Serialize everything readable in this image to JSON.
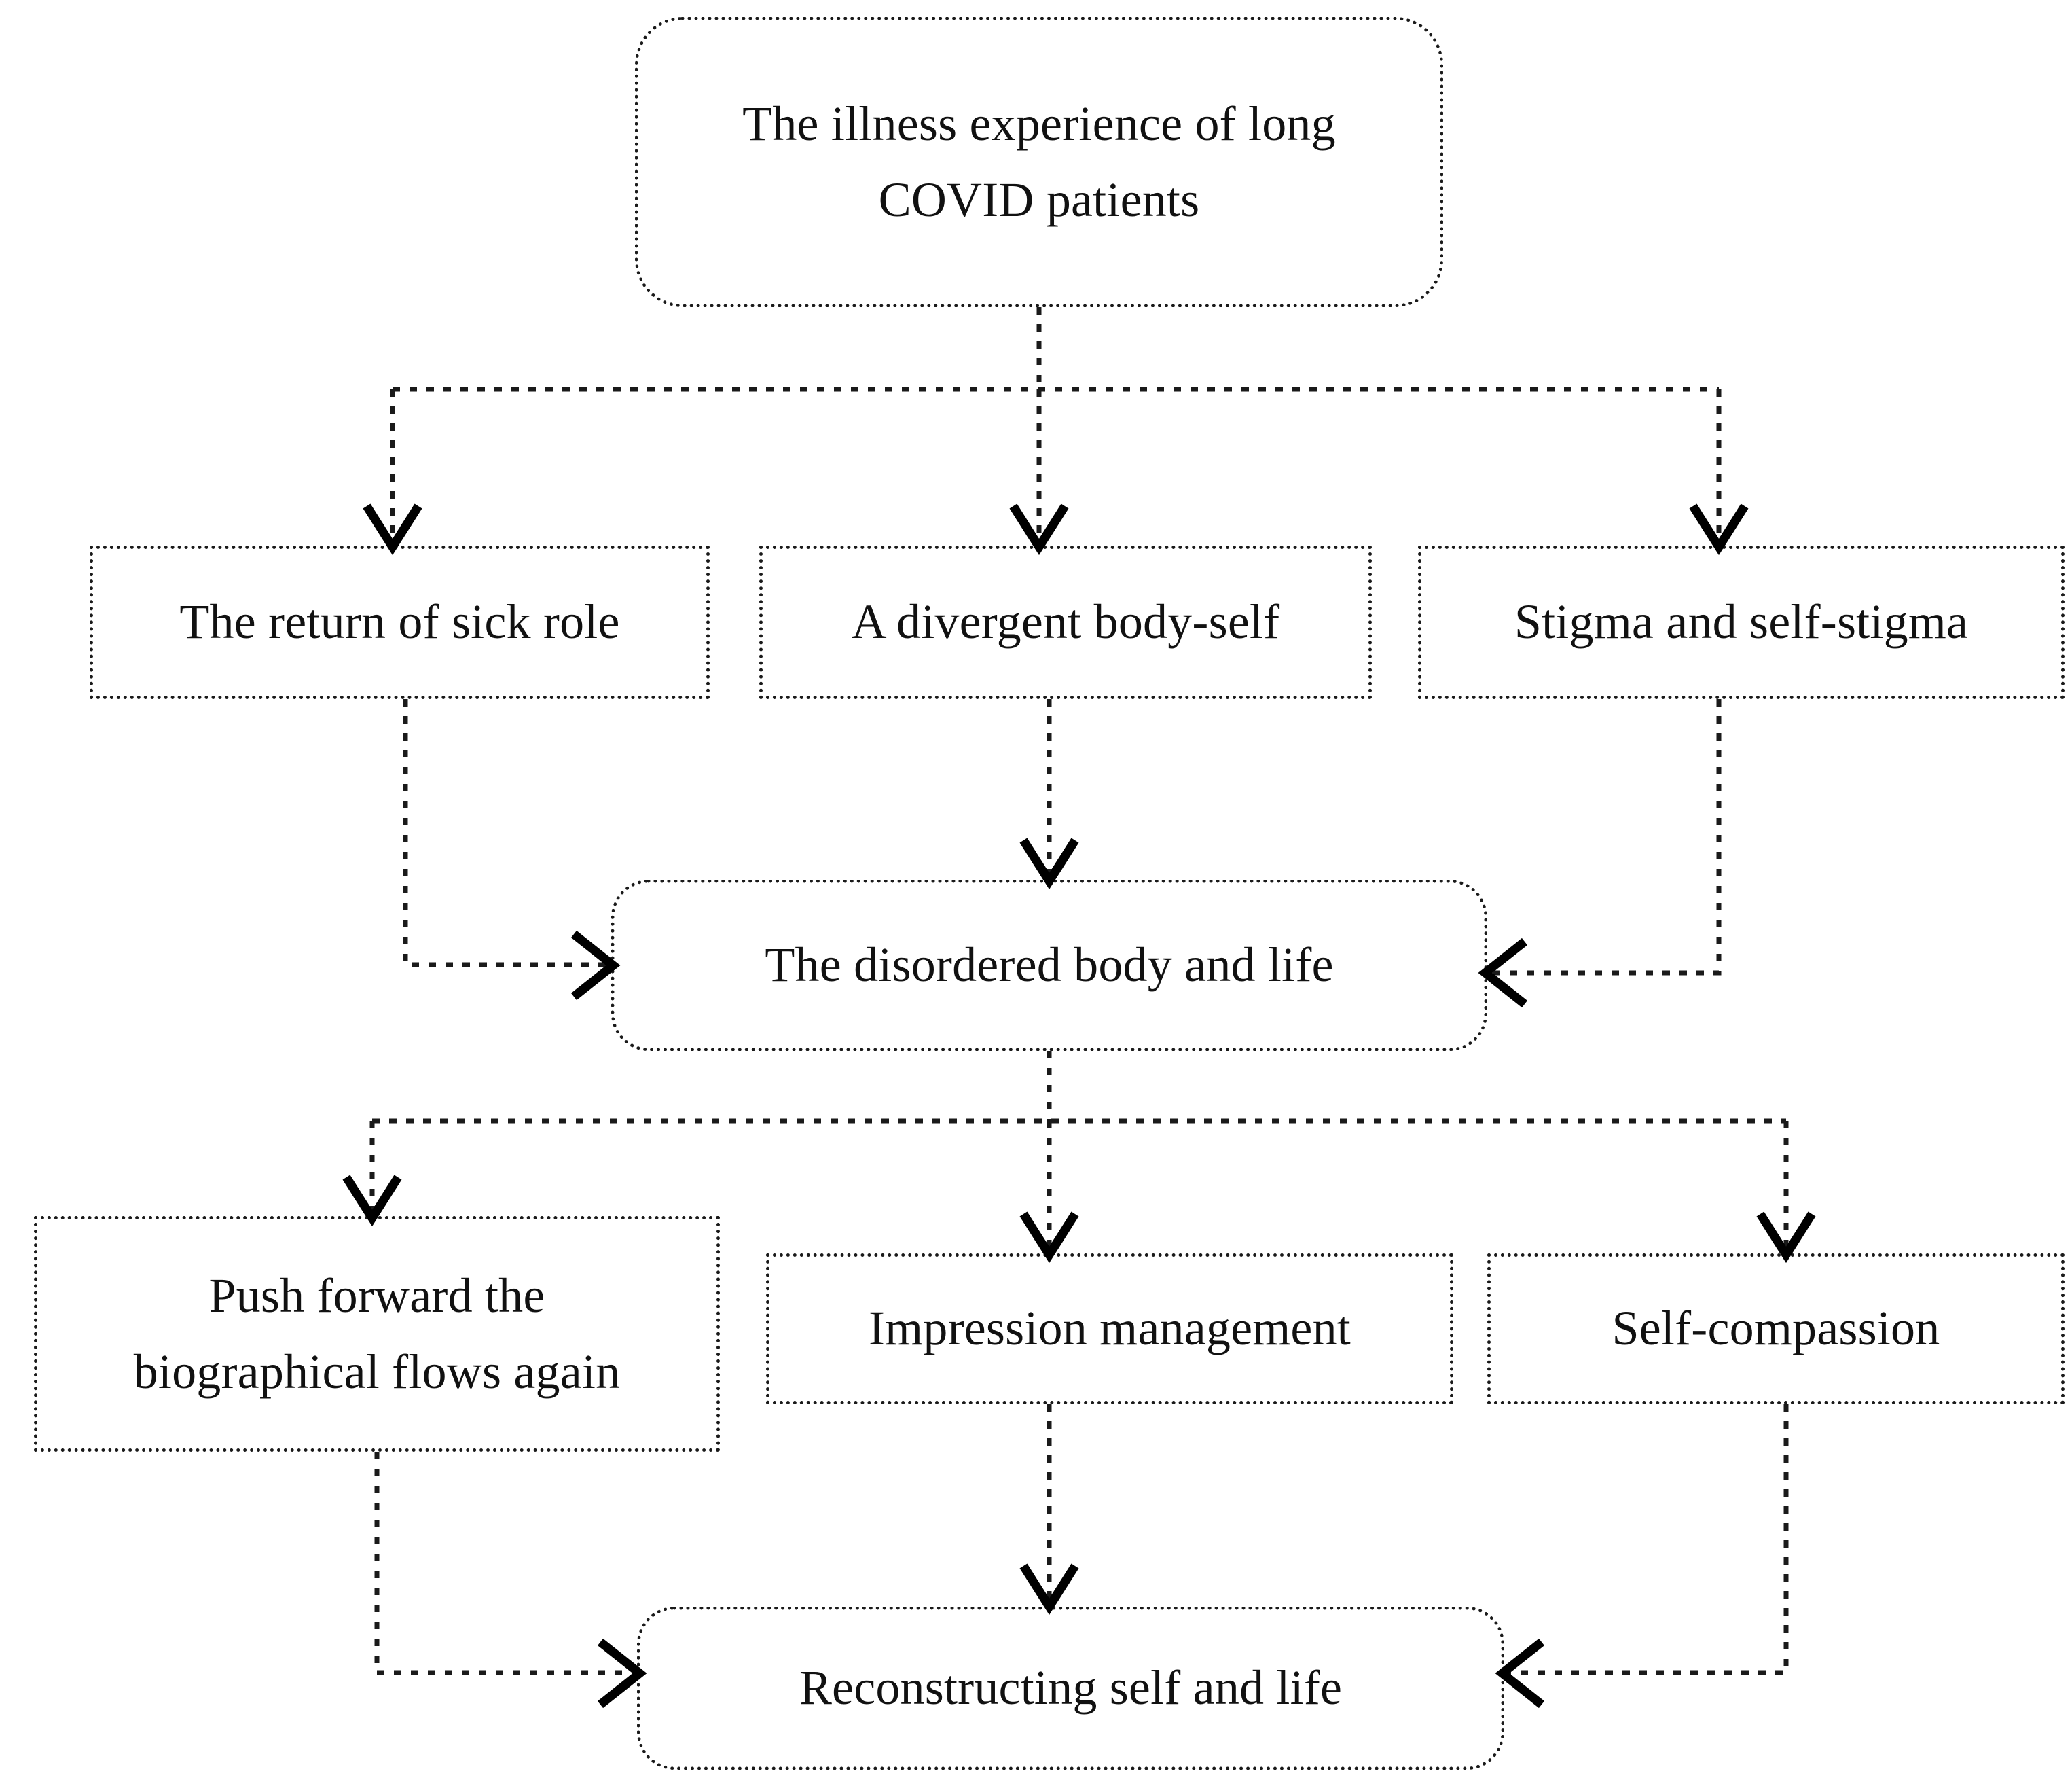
{
  "diagram": {
    "type": "flowchart",
    "orientation": "top-down",
    "background_color": "#ffffff",
    "line_color": "#1a1a1a",
    "text_color": "#111111",
    "line_style": "dotted",
    "arrowhead_style": "open-chevron",
    "nodes": {
      "root": {
        "id": "illness-experience",
        "line1": "The illness experience of long",
        "line2": "COVID patients",
        "shape": "rounded-rectangle"
      },
      "sick_role": {
        "id": "return-of-sick-role",
        "label": "The return of sick role",
        "shape": "rectangle"
      },
      "body_self": {
        "id": "divergent-body-self",
        "label": "A divergent body-self",
        "shape": "rectangle"
      },
      "stigma": {
        "id": "stigma-and-self-stigma",
        "label": "Stigma and self-stigma",
        "shape": "rectangle"
      },
      "disordered": {
        "id": "disordered-body-and-life",
        "label": "The disordered body and life",
        "shape": "rounded-rectangle"
      },
      "push_forward": {
        "id": "push-forward-biographical-flows",
        "line1": "Push forward the",
        "line2": "biographical flows again",
        "shape": "rectangle"
      },
      "impression": {
        "id": "impression-management",
        "label": "Impression management",
        "shape": "rectangle"
      },
      "self_compassion": {
        "id": "self-compassion",
        "label": "Self-compassion",
        "shape": "rectangle"
      },
      "reconstructing": {
        "id": "reconstructing-self-and-life",
        "label": "Reconstructing self and life",
        "shape": "rounded-rectangle"
      }
    },
    "edges": [
      {
        "from": "illness-experience",
        "to": "return-of-sick-role",
        "arrow": "down"
      },
      {
        "from": "illness-experience",
        "to": "divergent-body-self",
        "arrow": "down"
      },
      {
        "from": "illness-experience",
        "to": "stigma-and-self-stigma",
        "arrow": "down"
      },
      {
        "from": "return-of-sick-role",
        "to": "disordered-body-and-life",
        "arrow": "right"
      },
      {
        "from": "divergent-body-self",
        "to": "disordered-body-and-life",
        "arrow": "down"
      },
      {
        "from": "stigma-and-self-stigma",
        "to": "disordered-body-and-life",
        "arrow": "left"
      },
      {
        "from": "disordered-body-and-life",
        "to": "push-forward-biographical-flows",
        "arrow": "down"
      },
      {
        "from": "disordered-body-and-life",
        "to": "impression-management",
        "arrow": "down"
      },
      {
        "from": "disordered-body-and-life",
        "to": "self-compassion",
        "arrow": "down"
      },
      {
        "from": "push-forward-biographical-flows",
        "to": "reconstructing-self-and-life",
        "arrow": "right"
      },
      {
        "from": "impression-management",
        "to": "reconstructing-self-and-life",
        "arrow": "down"
      },
      {
        "from": "self-compassion",
        "to": "reconstructing-self-and-life",
        "arrow": "left"
      }
    ]
  }
}
